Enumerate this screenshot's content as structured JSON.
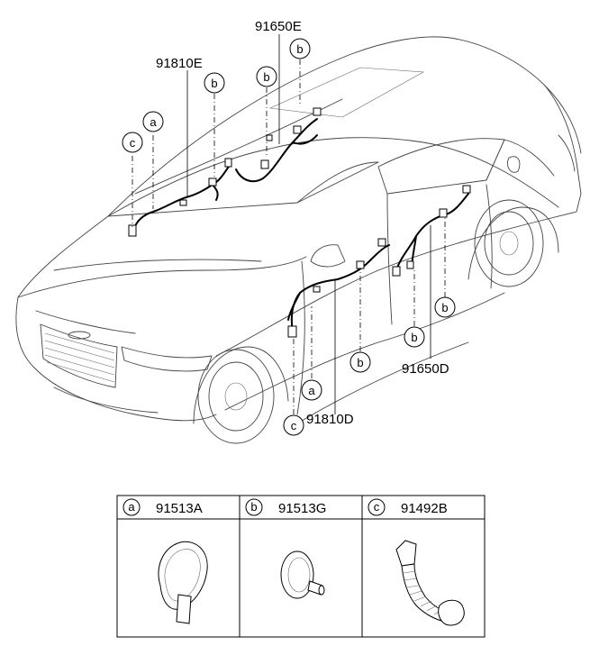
{
  "callouts": {
    "a": "a",
    "b": "b",
    "c": "c"
  },
  "part_numbers": {
    "harness_91810E": "91810E",
    "harness_91650E": "91650E",
    "harness_91810D": "91810D",
    "harness_91650D": "91650D"
  },
  "legend": [
    {
      "letter": "a",
      "part_number": "91513A"
    },
    {
      "letter": "b",
      "part_number": "91513G"
    },
    {
      "letter": "c",
      "part_number": "91492B"
    }
  ]
}
